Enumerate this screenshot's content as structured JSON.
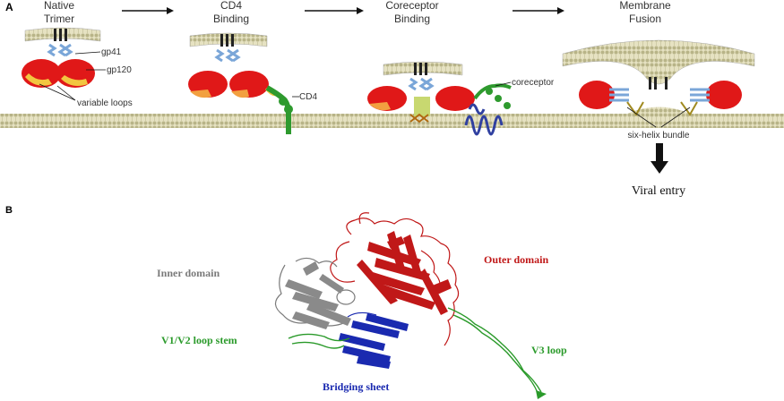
{
  "panel_a": {
    "label": "A",
    "stages": [
      {
        "line1": "Native",
        "line2": "Trimer"
      },
      {
        "line1": "CD4",
        "line2": "Binding"
      },
      {
        "line1": "Coreceptor",
        "line2": "Binding"
      },
      {
        "line1": "Membrane",
        "line2": "Fusion"
      }
    ],
    "annotations": {
      "gp41": "gp41",
      "gp120": "gp120",
      "variable_loops": "variable loops",
      "cd4": "CD4",
      "coreceptor": "coreceptor",
      "six_helix": "six-helix bundle"
    },
    "viral_entry": "Viral entry"
  },
  "panel_b": {
    "label": "B",
    "labels": {
      "inner_domain": "Inner domain",
      "outer_domain": "Outer domain",
      "v1v2": "V1/V2 loop stem",
      "v3": "V3 loop",
      "bridging": "Bridging sheet"
    }
  },
  "colors": {
    "gp120_red": "#e01818",
    "gp120_yellow": "#f2c640",
    "gp41_blue": "#7aa6d8",
    "cd4_green": "#2e9a2e",
    "coreceptor_blue": "#3040a0",
    "membrane": "#c8c49a",
    "outer_domain": "#c01818",
    "inner_domain": "#7a7a7a",
    "v1v2": "#2a9a2a",
    "bridging": "#1a2ab0"
  }
}
